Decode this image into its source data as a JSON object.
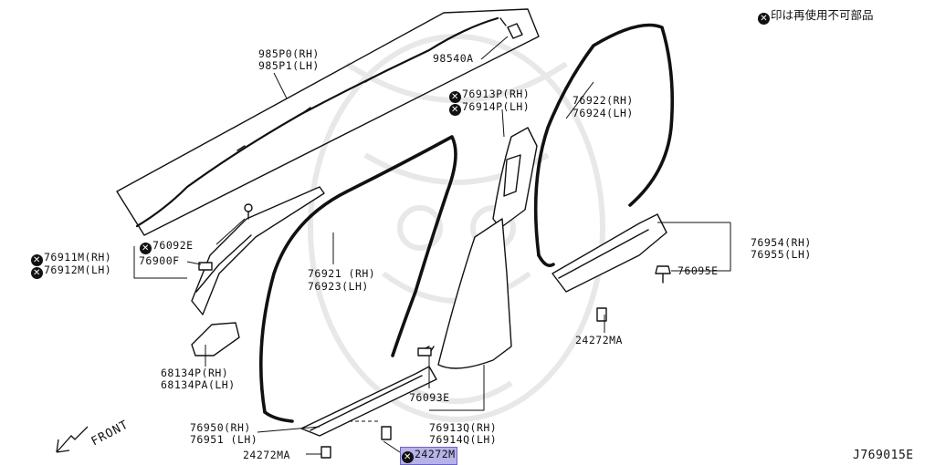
{
  "legend": {
    "icon": "x-circle-icon",
    "text": "印は再使用不可部品"
  },
  "diagram_code": "J769015E",
  "front_label": "FRONT",
  "colors": {
    "line": "#111111",
    "highlight": "#b7b2e8",
    "watermark": "#e6e6e6"
  },
  "parts": {
    "p985P0": "985P0(RH)",
    "p985P1": "985P1(LH)",
    "p98540A": "98540A",
    "p76913P": "76913P(RH)",
    "p76914P": "76914P(LH)",
    "p76922": "76922(RH)",
    "p76924": "76924(LH)",
    "p76092E": "76092E",
    "p76911M": "76911M(RH)",
    "p76912M": "76912M(LH)",
    "p76900F": "76900F",
    "p76921": "76921 (RH)",
    "p76923": "76923(LH)",
    "p76954": "76954(RH)",
    "p76955": "76955(LH)",
    "p76095E": "76095E",
    "p24272MA_right": "24272MA",
    "p68134P": "68134P(RH)",
    "p68134PA": "68134PA(LH)",
    "p76093E": "76093E",
    "p76950": "76950(RH)",
    "p76951": "76951 (LH)",
    "p76913Q": "76913Q(RH)",
    "p76914Q": "76914Q(LH)",
    "p24272MA_left": "24272MA",
    "p24272M": "24272M"
  }
}
